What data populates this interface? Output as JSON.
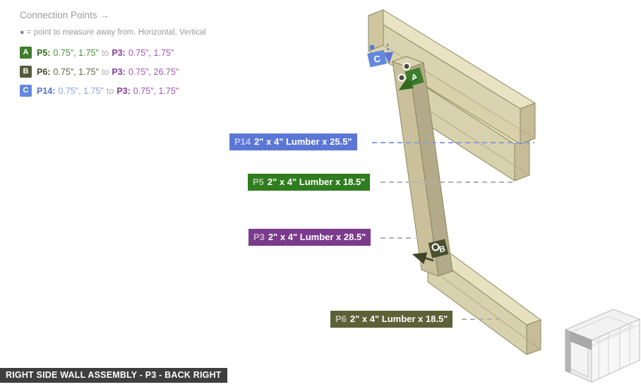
{
  "legend": {
    "title": "Connection Points →",
    "note_bullet": "●",
    "note": "= point to measure away from. Horizontal, Vertical",
    "rows": [
      {
        "badge": "A",
        "from_id": "P5:",
        "from_vals": "0.75\", 1.75\"",
        "to_word": "to",
        "to_id": "P3:",
        "to_vals": "0.75\", 1.75\""
      },
      {
        "badge": "B",
        "from_id": "P6:",
        "from_vals": "0.75\", 1.75\"",
        "to_word": "to",
        "to_id": "P3:",
        "to_vals": "0.75\", 26.75\""
      },
      {
        "badge": "C",
        "from_id": "P14:",
        "from_vals": "0.75\", 1.75\"",
        "to_word": "to",
        "to_id": "P3:",
        "to_vals": "0.75\", 1.75\""
      }
    ]
  },
  "part_labels": [
    {
      "id": "P14",
      "text": "2\" x 4\" Lumber  x 25.5\""
    },
    {
      "id": "P5",
      "text": "2\" x 4\" Lumber  x 18.5\""
    },
    {
      "id": "P3",
      "text": "2\" x 4\" Lumber  x 28.5\""
    },
    {
      "id": "P6",
      "text": "2\" x 4\" Lumber  x 18.5\""
    }
  ],
  "markers": [
    {
      "letter": "A"
    },
    {
      "letter": "B"
    },
    {
      "letter": "C"
    }
  ],
  "footer": {
    "title": "RIGHT SIDE WALL ASSEMBLY - P3 - BACK RIGHT"
  },
  "colors": {
    "part_p14": "#5b77d5",
    "part_p5": "#2f7d1f",
    "part_p3": "#7b3a8c",
    "part_p6": "#5c6138",
    "badge_a": "#3e7d2b",
    "badge_b": "#565b39",
    "badge_c": "#6488dd",
    "lumber": "#d7cfa8",
    "footer_bg": "#3f3f3f",
    "leader_gray": "#b2b2b2",
    "leader_blue": "#8b9ede"
  }
}
